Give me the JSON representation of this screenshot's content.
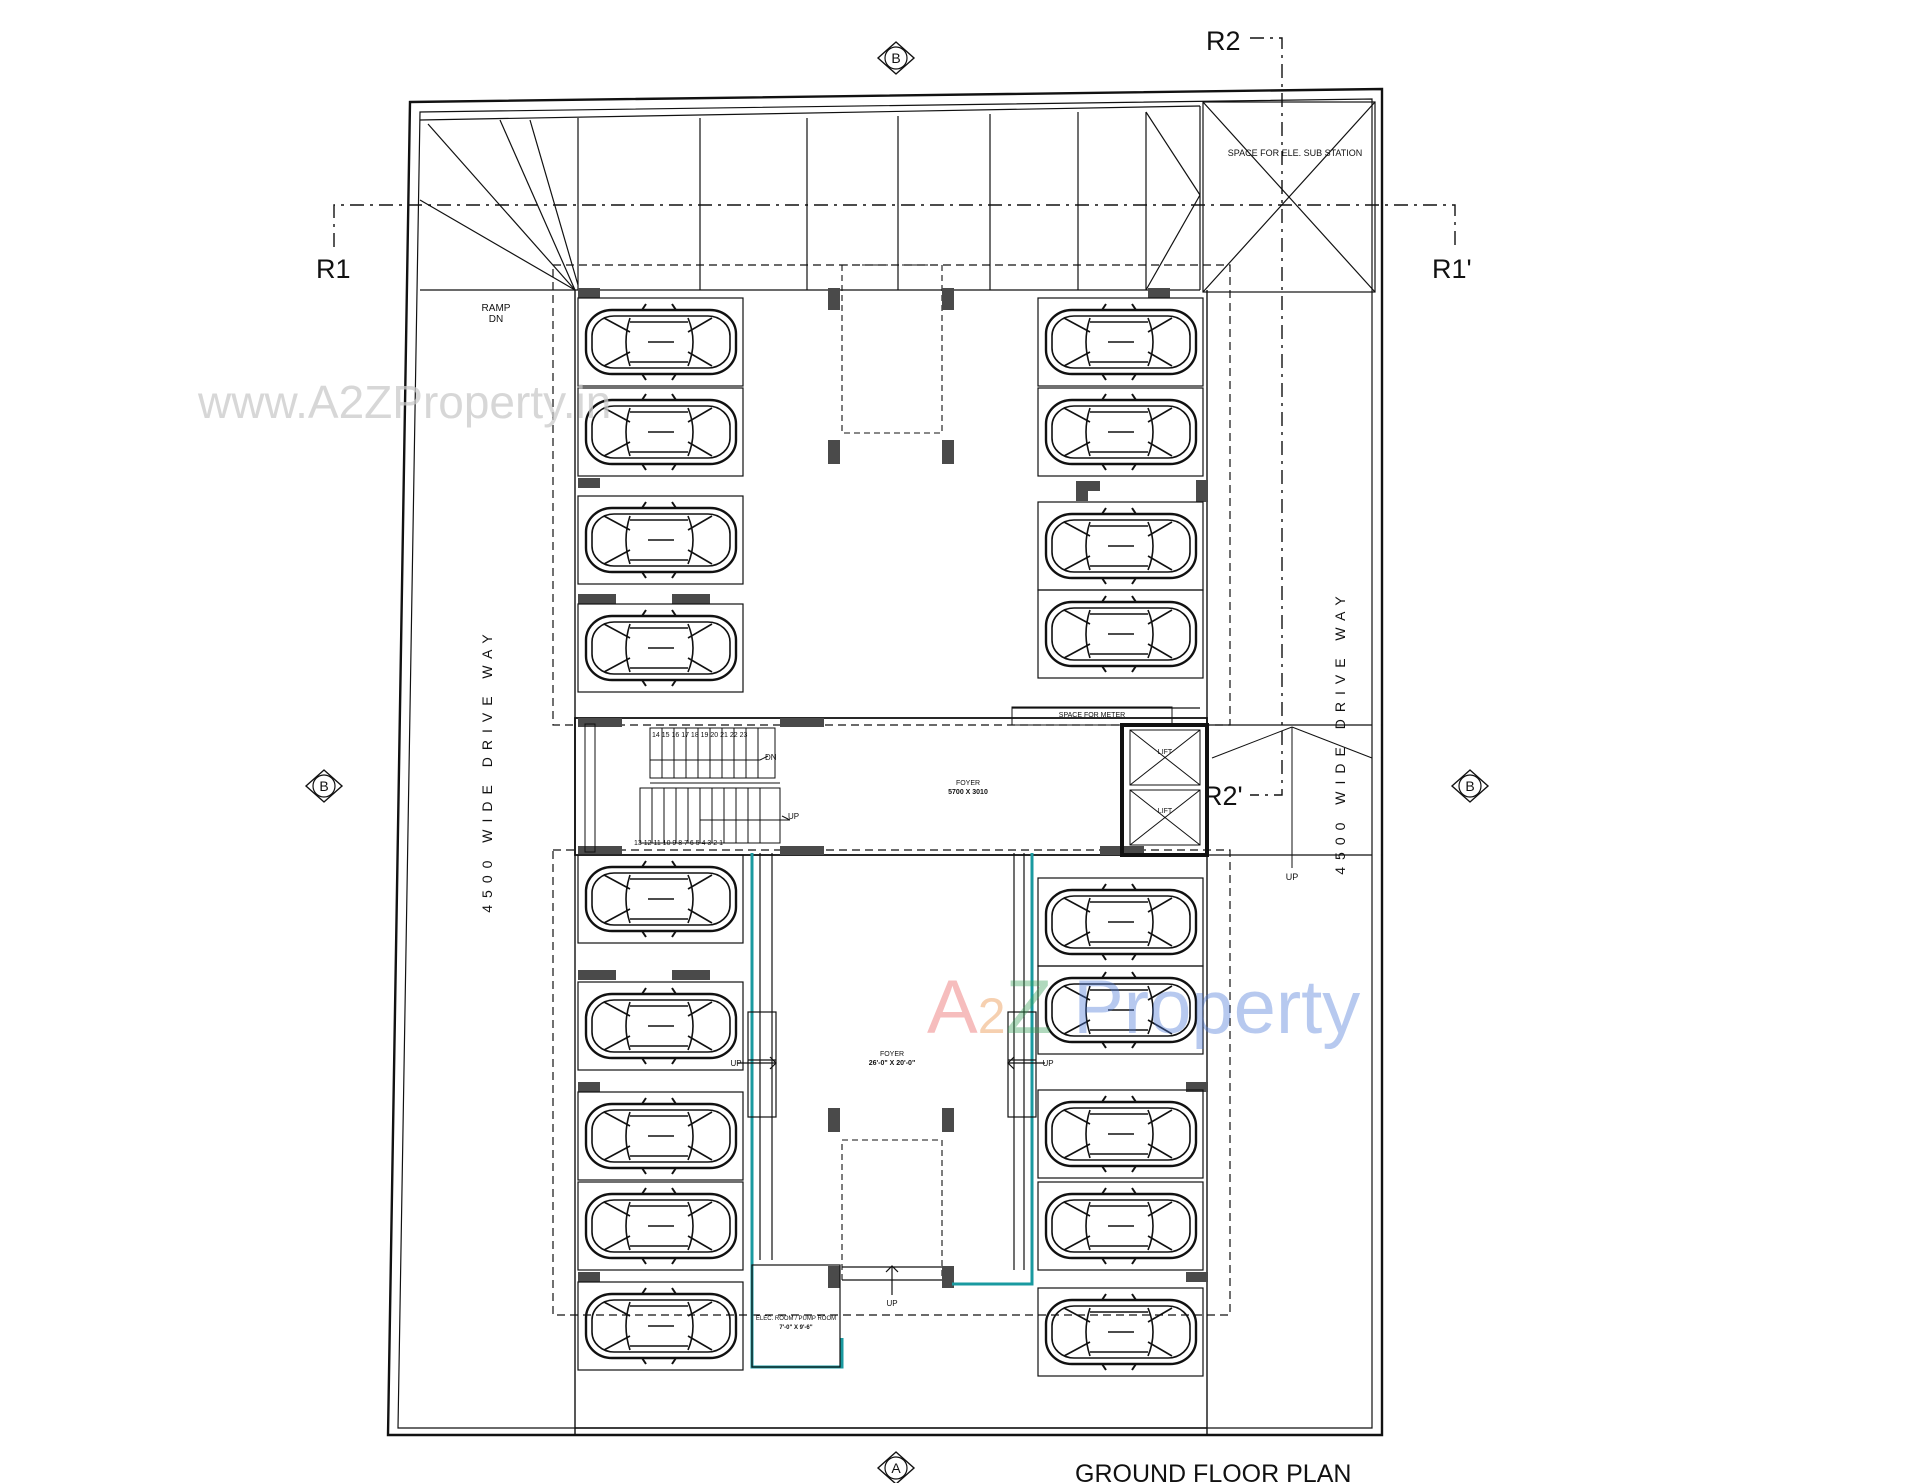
{
  "drawing": {
    "title": "GROUND FLOOR PLAN",
    "section_marks": {
      "r1": "R1",
      "r1p": "R1'",
      "r2": "R2",
      "r2p": "R2'"
    },
    "grid_bubbles": {
      "top": "B",
      "left": "B",
      "right": "B",
      "bottom": "A"
    },
    "labels": {
      "ramp_line1": "RAMP",
      "ramp_line2": "DN",
      "substation": "SPACE FOR ELE. SUB STATION",
      "driveway_left": "4500 WIDE DRIVE WAY",
      "driveway_right": "4500 WIDE DRIVE WAY",
      "meter": "SPACE FOR METER",
      "foyer_top_name": "FOYER",
      "foyer_top_size": "5700 X 3010",
      "foyer_bottom_name": "FOYER",
      "foyer_bottom_size": "26'-0\" X 20'-0\"",
      "room_small_line1": "ELEC. ROOM / PUMP ROOM",
      "room_small_line2": "7'-0\" X 9'-6\"",
      "lift1": "LIFT",
      "lift2": "LIFT",
      "stair_dn": "DN",
      "stair_up": "UP",
      "stair_top_numbers": "14 15 16 17 18 19 20 21 22 23",
      "stair_bottom_numbers": "13 12 11 10 9 8 7 6 5 4 3 2 1",
      "up_left": "UP",
      "up_right": "UP",
      "up_bottom": "UP",
      "up_driveway": "UP"
    },
    "watermarks": {
      "url": "www.A2ZProperty.in",
      "brand_a": "A",
      "brand_2": "2",
      "brand_z": "Z",
      "brand_p": " Property"
    },
    "colors": {
      "line": "#111111",
      "accent": "#1a9aa0",
      "watermark_red": "#e85a5a",
      "watermark_blue": "#4a78d8"
    }
  }
}
